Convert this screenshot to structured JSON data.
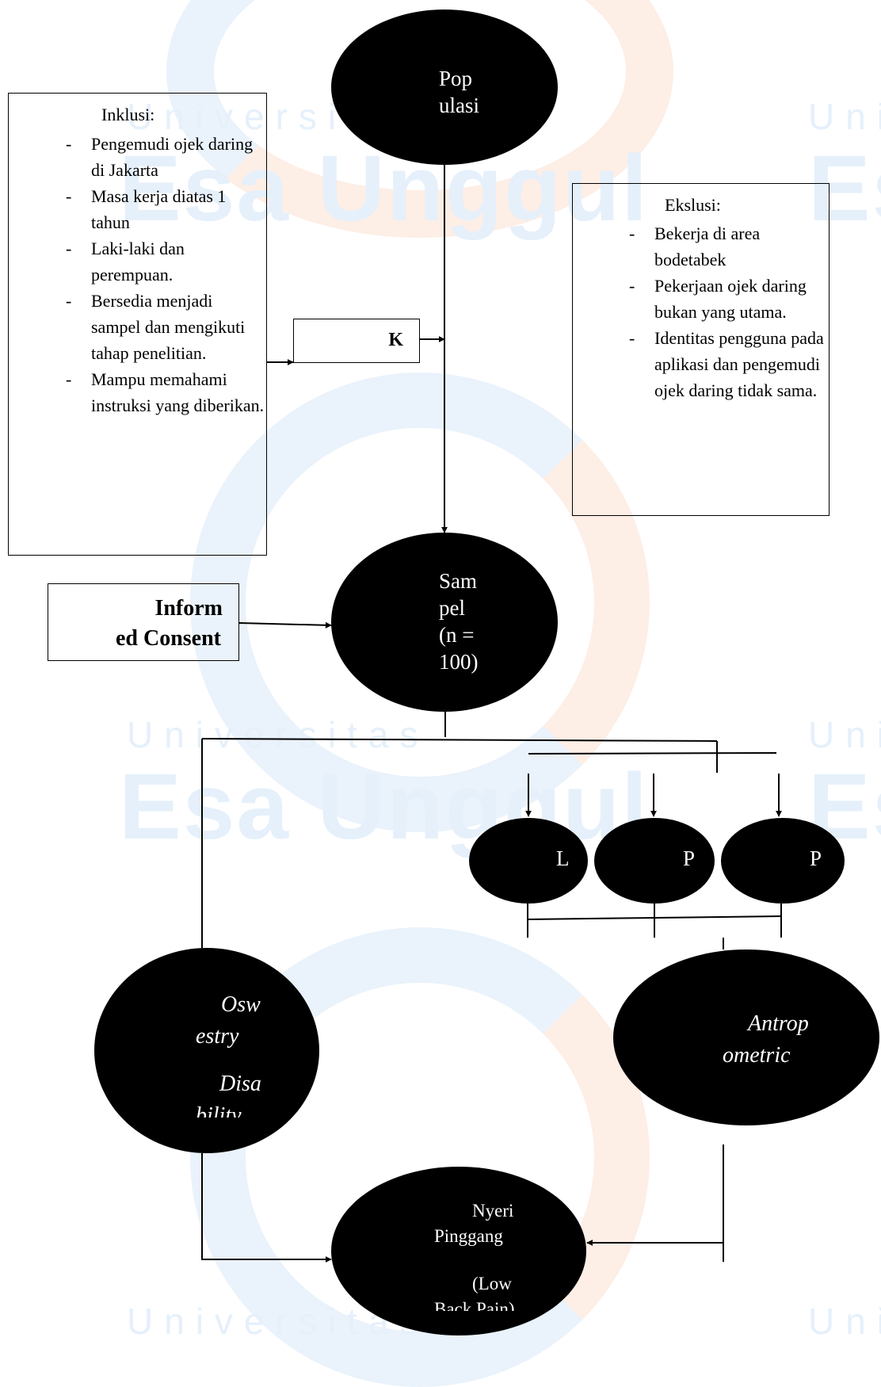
{
  "watermark": {
    "brand": "Esa Unggul",
    "small": "Universitas"
  },
  "colors": {
    "node_fill": "#000000",
    "line": "#000000",
    "watermark_blue": "#e5f0fb",
    "watermark_orange": "#fdeee6"
  },
  "populasi": {
    "text": "Pop\nulasi"
  },
  "inklusi": {
    "title": "Inklusi:",
    "items": [
      "Pengemudi ojek daring di Jakarta",
      "Masa kerja diatas 1 tahun",
      "Laki-laki dan perempuan.",
      "Bersedia menjadi sampel dan mengikuti tahap penelitian.",
      "Mampu memahami instruksi yang diberikan."
    ]
  },
  "eksklusi": {
    "title": "Ekslusi:",
    "items": [
      "Bekerja di area bodetabek",
      "Pekerjaan ojek daring bukan yang utama.",
      "Identitas pengguna pada aplikasi  dan pengemudi ojek daring tidak sama."
    ]
  },
  "k_box": {
    "text": "K"
  },
  "informed_consent": {
    "line1": "Inform",
    "line2": "ed Consent"
  },
  "sampel": {
    "text": "Sam\npel\n    (n =\n100)"
  },
  "small_nodes": [
    {
      "text": "L\nP"
    },
    {
      "text": "P\nT"
    },
    {
      "text": "P\nP"
    }
  ],
  "oswestry": {
    "line1": "Osw",
    "line2": "estry",
    "line3": "Disa",
    "line4": "bility"
  },
  "antropometric": {
    "line1": "Antrop",
    "line2": "ometric"
  },
  "outcome": {
    "line1": "Nyeri",
    "line2": "Pinggang",
    "line3": "(Low",
    "line4": "Back Pain)"
  }
}
